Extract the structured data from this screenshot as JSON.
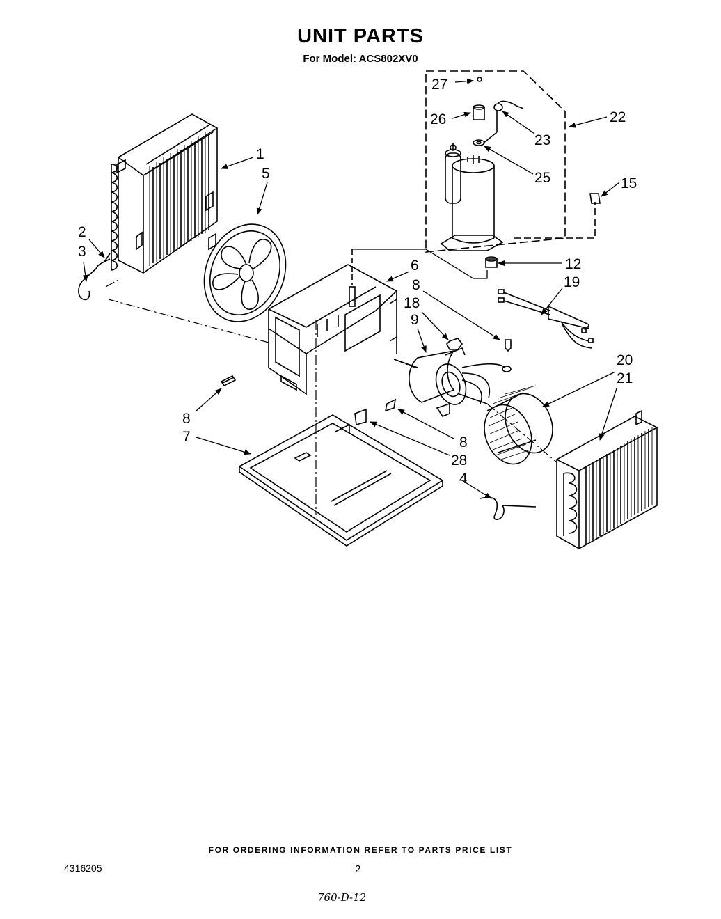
{
  "header": {
    "title": "UNIT PARTS",
    "subtitle": "For Model: ACS802XV0"
  },
  "callouts": [
    "27",
    "26",
    "22",
    "23",
    "25",
    "15",
    "1",
    "5",
    "2",
    "3",
    "6",
    "12",
    "19",
    "8",
    "18",
    "9",
    "20",
    "21",
    "8",
    "7",
    "8",
    "28",
    "4"
  ],
  "footer": {
    "ordering_note": "FOR ORDERING INFORMATION REFER TO PARTS PRICE LIST",
    "document_number": "4316205",
    "page_number": "2",
    "handwritten_note": "760-D-12"
  }
}
